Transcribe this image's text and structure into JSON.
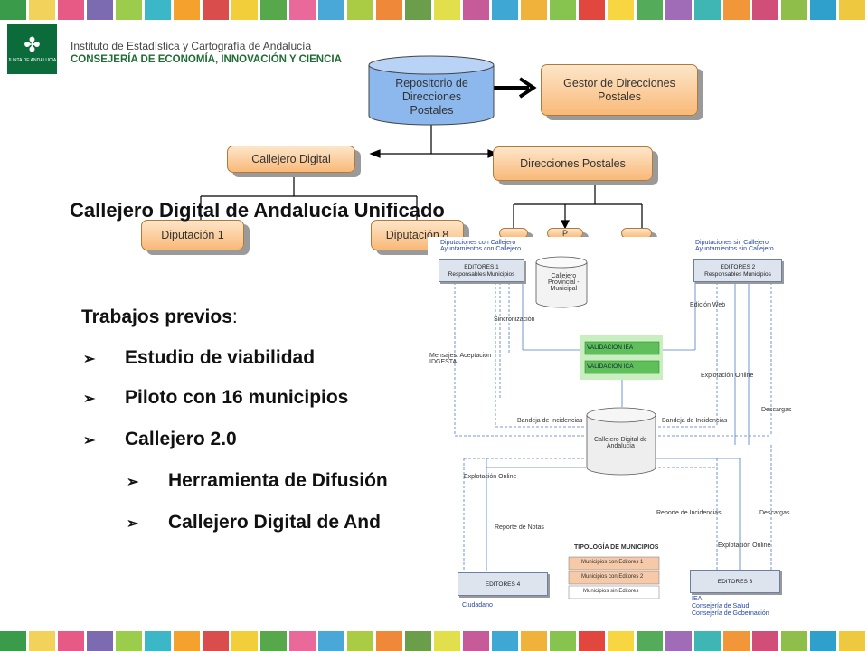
{
  "header": {
    "institute": "Instituto de Estadística y Cartografía de Andalucía",
    "council": "CONSEJERÍA DE ECONOMÍA, INNOVACIÓN Y CIENCIA",
    "logo_caption": "JUNTA DE ANDALUCIA",
    "stripe_colors": [
      "#3a9b4a",
      "#f2d25a",
      "#e85a86",
      "#7c6bb0",
      "#9bcc4c",
      "#3bb7c8",
      "#f4a12e",
      "#d94d4d",
      "#f2cf3a",
      "#57a84b",
      "#e9699a",
      "#4aa8d8",
      "#a9cc44",
      "#f0883a",
      "#6a9e4a",
      "#e1e04c",
      "#c75b9a",
      "#3ea7d3",
      "#f0b23b",
      "#86c34f",
      "#e2473f",
      "#f7d642",
      "#54ac5a",
      "#a06cb8",
      "#3fb6b3",
      "#f29739",
      "#d04e77",
      "#8fbf4a",
      "#2fa0cc",
      "#eec83f"
    ]
  },
  "diagram": {
    "repository": "Repositorio de Direcciones Postales",
    "gestor": "Gestor de Direcciones Postales",
    "callejero": "Callejero Digital",
    "direcciones": "Direcciones Postales",
    "diputacion1": "Diputación 1",
    "diputacion8": "Diputación 8",
    "small_box_letter": "P"
  },
  "main": {
    "title": "Callejero Digital de Andalucía Unificado",
    "subtitle_label": "Trabajos previos",
    "subtitle_colon": ":",
    "items": [
      "Estudio de viabilidad",
      "Piloto con 16 municipios",
      "Callejero 2.0",
      "Herramienta de Difusión",
      "Callejero Digital de And"
    ]
  },
  "flow": {
    "top_left_note": "Diputaciones con Callejero\nAyuntamientos con Callejero",
    "top_right_note": "Diputaciones sin Callejero\nAyuntamientos sin Callejero",
    "editores1": "EDITORES 1\nResponsables Municipios",
    "editores2": "EDITORES 2\nResponsables Municipios",
    "callejero_prov": "Callejero\nProvincial -\nMunicipal",
    "sincronizacion": "Sincronización",
    "edicion_web": "Edición Web",
    "mensajes": "Mensajes: Aceptación\nIDGESTA",
    "validacion_iea": "VALIDACIÓN IEA",
    "validacion_ica": "VALIDACIÓN ICA",
    "explotacion_online": "Explotación Online",
    "bandeja": "Bandeja de Incidencias",
    "descargas": "Descargas",
    "central_db": "Callejero Digital de\nAndalucía",
    "reporte_notas": "Reporte de Notas",
    "reporte_incidencias": "Reporte de Incidencias",
    "tipologia_title": "TIPOLOGÍA DE MUNICIPIOS",
    "tipologia": [
      "Municipios con Editores 1",
      "Municipios con Editores 2",
      "Municipios sin Editores"
    ],
    "editores4": "EDITORES 4",
    "editores3": "EDITORES 3",
    "ciudadano": "Ciudadano",
    "editores3_list": "IEA\nConsejería de Salud\nConsejería de Gobernación"
  }
}
